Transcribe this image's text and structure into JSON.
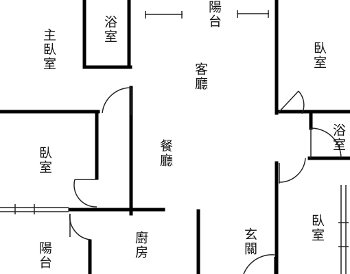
{
  "rooms": {
    "master_bedroom": "主臥室",
    "bath_top": "浴室",
    "balcony_top": "陽台",
    "bedroom_top_right": "臥室",
    "living_room": "客廳",
    "bath_right": "浴室",
    "bedroom_left": "臥室",
    "dining_room": "餐廳",
    "bedroom_bottom_right": "臥室",
    "balcony_bottom_left": "陽台",
    "kitchen": "廚房",
    "entrance": "玄關"
  },
  "colors": {
    "wall": "#000000",
    "line": "#222222",
    "background": "#ffffff"
  }
}
